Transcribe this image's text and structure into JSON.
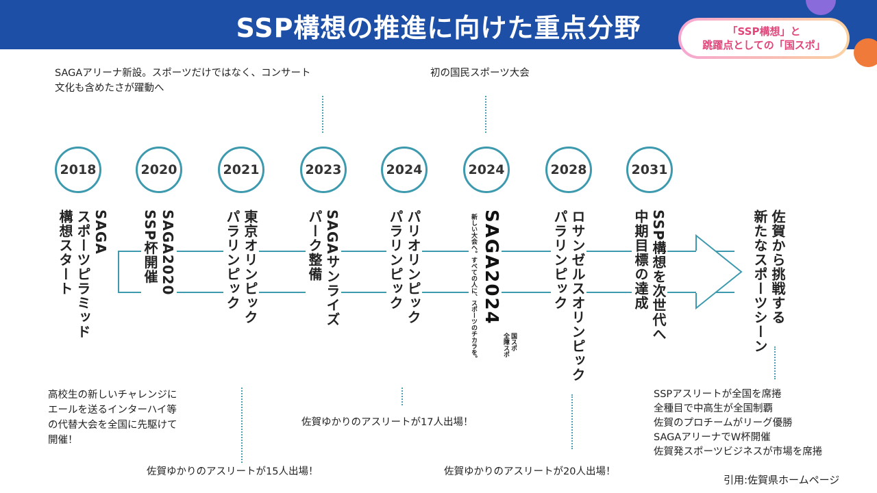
{
  "header": {
    "title": "SSP構想の推進に向けた重点分野",
    "badge_line1": "「SSP構想」と",
    "badge_line2": "跳躍点としての「国スポ」"
  },
  "top_notes": {
    "arena_line1": "SAGAアリーナ新設。スポーツだけではなく、コンサート",
    "arena_line2": "文化も含めたさが躍動へ",
    "kokumin": "初の国民スポーツ大会"
  },
  "years": [
    "2018",
    "2020",
    "2021",
    "2023",
    "2024",
    "2024",
    "2028",
    "2031"
  ],
  "labels": {
    "y2018": "SAGA\nスポーツピラミッド\n構想スタート",
    "y2020": "SAGA2020\nSSP杯開催",
    "y2021": "東京オリンピック\nパラリンピック",
    "y2023": "SAGAサンライズ\nパーク整備",
    "y2024a": "パリオリンピック\nパラリンピック",
    "y2024b_main": "SAGA2024",
    "y2024b_sub": "国スポ\n全障スポ",
    "y2024b_tagline": "新しい大会へ。すべての人に、スポーツのチカラを。",
    "y2028": "ロサンゼルスオリンピック\nパラリンピック",
    "y2031": "SSP構想を次世代へ\n中期目標の達成",
    "future": "佐賀から挑戦する\n新たなスポーツシーン"
  },
  "bottom_notes": {
    "highschool_line1": "高校生の新しいチャレンジに",
    "highschool_line2": "エールを送るインターハイ等",
    "highschool_line3": "の代替大会を全国に先駆けて",
    "highschool_line4": "開催！",
    "athletes_2021": "佐賀ゆかりのアスリートが15人出場！",
    "athletes_2024": "佐賀ゆかりのアスリートが17人出場！",
    "athletes_2028": "佐賀ゆかりのアスリートが20人出場！",
    "goals_line1": "SSPアスリートが全国を席捲",
    "goals_line2": "全種目で中高生が全国制覇",
    "goals_line3": "佐賀のプロチームがリーグ優勝",
    "goals_line4": "SAGAアリーナでW杯開催",
    "goals_line5": "佐賀発スポーツビジネスが市場を席捲"
  },
  "citation": "引用:佐賀県ホームページ",
  "colors": {
    "header_blue": "#1d4fa6",
    "timeline_teal": "#3d9aae",
    "badge_pink": "#e0457b",
    "dot_purple": "#8a6bdc",
    "dot_orange": "#f07a3a"
  }
}
